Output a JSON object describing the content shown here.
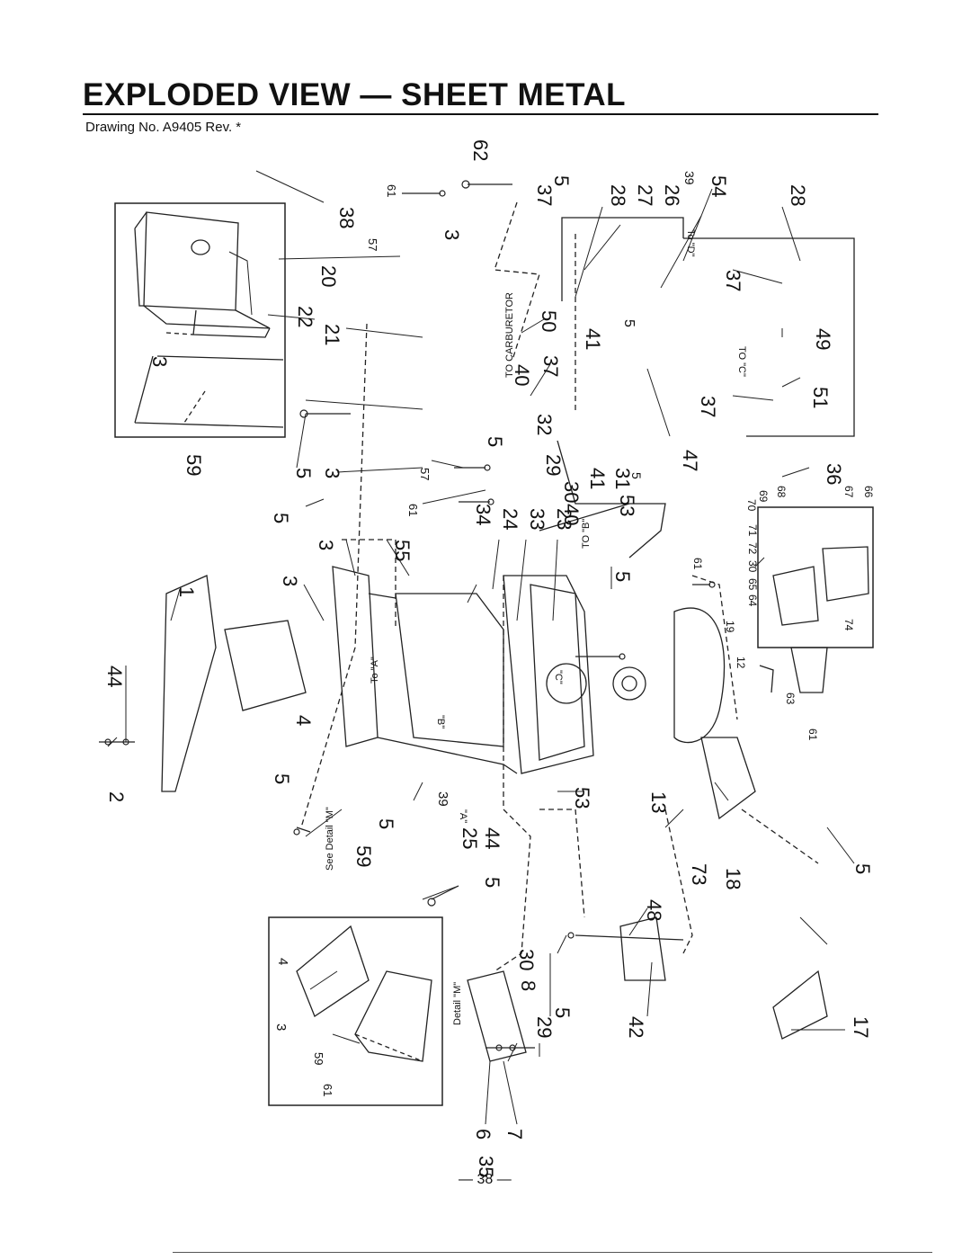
{
  "header": {
    "title": "EXPLODED VIEW — SHEET METAL",
    "drawing_number": "Drawing No. A9405 Rev. *"
  },
  "callouts": [
    {
      "id": "c38",
      "text": "38"
    },
    {
      "id": "c61a",
      "text": "61"
    },
    {
      "id": "c62",
      "text": "62"
    },
    {
      "id": "c57a",
      "text": "57"
    },
    {
      "id": "c20",
      "text": "20"
    },
    {
      "id": "c22",
      "text": "22"
    },
    {
      "id": "c21",
      "text": "21"
    },
    {
      "id": "c3a",
      "text": "3"
    },
    {
      "id": "c3b",
      "text": "3"
    },
    {
      "id": "c59a",
      "text": "59"
    },
    {
      "id": "c5a",
      "text": "5"
    },
    {
      "id": "c3c",
      "text": "3"
    },
    {
      "id": "c57b",
      "text": "57"
    },
    {
      "id": "c61b",
      "text": "61"
    },
    {
      "id": "c5b",
      "text": "5"
    },
    {
      "id": "c5c",
      "text": "5"
    },
    {
      "id": "c3d",
      "text": "3"
    },
    {
      "id": "c3e",
      "text": "3"
    },
    {
      "id": "c55",
      "text": "55"
    },
    {
      "id": "c1",
      "text": "1"
    },
    {
      "id": "c44a",
      "text": "44"
    },
    {
      "id": "c2",
      "text": "2"
    },
    {
      "id": "c4a",
      "text": "4"
    },
    {
      "id": "c5d",
      "text": "5"
    },
    {
      "id": "c59b",
      "text": "59"
    },
    {
      "id": "c5e",
      "text": "5"
    },
    {
      "id": "c25",
      "text": "25"
    },
    {
      "id": "c39a",
      "text": "39"
    },
    {
      "id": "c44b",
      "text": "44"
    },
    {
      "id": "c5f",
      "text": "5"
    },
    {
      "id": "c34",
      "text": "34"
    },
    {
      "id": "c24",
      "text": "24"
    },
    {
      "id": "c33",
      "text": "33"
    },
    {
      "id": "c23",
      "text": "23"
    },
    {
      "id": "c5g",
      "text": "5"
    },
    {
      "id": "c53a",
      "text": "53"
    },
    {
      "id": "c37a",
      "text": "37"
    },
    {
      "id": "c5h",
      "text": "5"
    },
    {
      "id": "c28a",
      "text": "28"
    },
    {
      "id": "c27",
      "text": "27"
    },
    {
      "id": "c26",
      "text": "26"
    },
    {
      "id": "c39b",
      "text": "39"
    },
    {
      "id": "c54",
      "text": "54"
    },
    {
      "id": "c28b",
      "text": "28"
    },
    {
      "id": "c50",
      "text": "50"
    },
    {
      "id": "c40a",
      "text": "40"
    },
    {
      "id": "c37b",
      "text": "37"
    },
    {
      "id": "c41a",
      "text": "41"
    },
    {
      "id": "c5i",
      "text": "5"
    },
    {
      "id": "c37c",
      "text": "37"
    },
    {
      "id": "c49",
      "text": "49"
    },
    {
      "id": "c51",
      "text": "51"
    },
    {
      "id": "c37d",
      "text": "37"
    },
    {
      "id": "c32",
      "text": "32"
    },
    {
      "id": "c29a",
      "text": "29"
    },
    {
      "id": "c30a",
      "text": "30"
    },
    {
      "id": "c40b",
      "text": "40"
    },
    {
      "id": "c41b",
      "text": "41"
    },
    {
      "id": "c31",
      "text": "31"
    },
    {
      "id": "c53b",
      "text": "53"
    },
    {
      "id": "c5j",
      "text": "5"
    },
    {
      "id": "c47",
      "text": "47"
    },
    {
      "id": "c36",
      "text": "36"
    },
    {
      "id": "c68",
      "text": "68"
    },
    {
      "id": "c69",
      "text": "69"
    },
    {
      "id": "c70",
      "text": "70"
    },
    {
      "id": "c71",
      "text": "71"
    },
    {
      "id": "c72",
      "text": "72"
    },
    {
      "id": "c30b",
      "text": "30"
    },
    {
      "id": "c65",
      "text": "65"
    },
    {
      "id": "c64",
      "text": "64"
    },
    {
      "id": "c67",
      "text": "67"
    },
    {
      "id": "c66",
      "text": "66"
    },
    {
      "id": "c74",
      "text": "74"
    },
    {
      "id": "c61c",
      "text": "61"
    },
    {
      "id": "c19",
      "text": "19"
    },
    {
      "id": "c12",
      "text": "12"
    },
    {
      "id": "c63",
      "text": "63"
    },
    {
      "id": "c61d",
      "text": "61"
    },
    {
      "id": "c13",
      "text": "13"
    },
    {
      "id": "c73",
      "text": "73"
    },
    {
      "id": "c18",
      "text": "18"
    },
    {
      "id": "c5k",
      "text": "5"
    },
    {
      "id": "c17",
      "text": "17"
    },
    {
      "id": "c48",
      "text": "48"
    },
    {
      "id": "c30c",
      "text": "30"
    },
    {
      "id": "c8",
      "text": "8"
    },
    {
      "id": "c29b",
      "text": "29"
    },
    {
      "id": "c5l",
      "text": "5"
    },
    {
      "id": "c42",
      "text": "42"
    },
    {
      "id": "c6",
      "text": "6"
    },
    {
      "id": "c7",
      "text": "7"
    },
    {
      "id": "c35",
      "text": "35"
    },
    {
      "id": "c4b",
      "text": "4"
    },
    {
      "id": "c3f",
      "text": "3"
    },
    {
      "id": "c59c",
      "text": "59"
    },
    {
      "id": "c61e",
      "text": "61"
    }
  ],
  "annotations": {
    "to_carburetor": "TO CARBURETOR",
    "to_d": "To \"D\"",
    "to_c": "TO \"C\"",
    "to_b": "TO \"B\"",
    "to_a": "To \"A\"",
    "mark_a": "\"A\"",
    "mark_b": "\"B\"",
    "mark_c": "\"C\"",
    "see_detail_m": "See Detail \"M\"",
    "detail_m": "Detail \"M\""
  },
  "footer": {
    "page_number": "— 38 —"
  }
}
